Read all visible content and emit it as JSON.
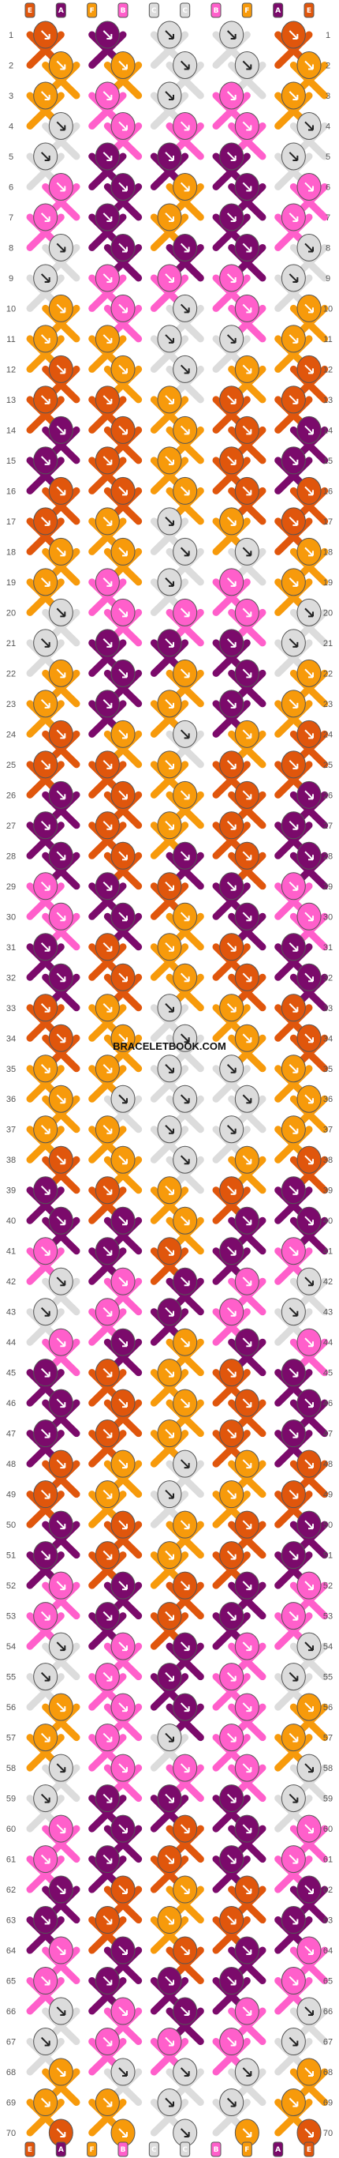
{
  "watermark": "BRACELETBOOK.COM",
  "row_count": 70,
  "strand_letters": [
    "E",
    "A",
    "F",
    "B",
    "C",
    "C",
    "B",
    "F",
    "A",
    "E"
  ],
  "colors": {
    "A": "#7b0a6b",
    "B": "#ff5fcb",
    "C": "#dcdcdc",
    "E": "#e0560c",
    "F": "#f79a0b",
    "outline": "#555555",
    "background": "#ffffff"
  },
  "pattern_rows": [
    "EACCE",
    "FFCCF",
    "FBCBF",
    "CBBBC",
    "CAAAC",
    "BAFAB",
    "BAFAB",
    "CAAAC",
    "CBBBC",
    "FBCBF",
    "FFCCF",
    "EFCFE",
    "EEFEE",
    "AEFEA",
    "AEFEA",
    "EEFEE",
    "EFCFE",
    "FFCCF",
    "FBCBF",
    "CBBBC",
    "CAAAC",
    "FAFAF",
    "FAFAF",
    "EFCFE",
    "EEFEE",
    "AEFEA",
    "AEFEA",
    "AEAEA",
    "BAEAB",
    "BAFAB",
    "AEFEA",
    "AEFEA",
    "EFCFE",
    "EFCFE",
    "FFCCF",
    "FCCCF",
    "FFCCF",
    "EFCFE",
    "AEFEA",
    "AAFAA",
    "BAEAB",
    "CBABC",
    "CBABC",
    "BAFAB",
    "AEFEA",
    "AEFEA",
    "AEFEA",
    "EFCFE",
    "EFCFE",
    "AEFEA",
    "AEFEA",
    "BAEAB",
    "BAEAB",
    "CBABC",
    "CBABC",
    "FBABF",
    "FBCBF",
    "CBBBC",
    "CAAAC",
    "BAEAB",
    "BAEAB",
    "AEFEA",
    "AEFEA",
    "BAEAB",
    "BAAAB",
    "CBABC",
    "CBBBC",
    "FCCCF",
    "FFCCF",
    "EFCFE"
  ]
}
